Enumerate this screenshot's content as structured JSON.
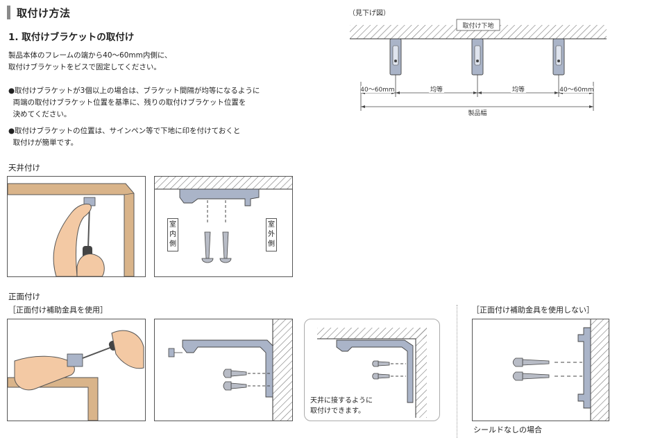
{
  "header": {
    "title": "取付け方法",
    "subtitle": "1. 取付けブラケットの取付け"
  },
  "instructions": {
    "intro": "製品本体のフレームの端から40～60mm内側に、\n取付けブラケットをビスで固定してください。",
    "bullet1": "●取付けブラケットが3個以上の場合は、ブラケット間隔が均等になるように\n  両端の取付けブラケット位置を基準に、残りの取付けブラケット位置を\n  決めてください。",
    "bullet2": "●取付けブラケットの位置は、サインペン等で下地に印を付けておくと\n  取付けが簡単です。"
  },
  "top_diagram": {
    "view_label": "（見下げ図）",
    "base_label": "取付け下地",
    "dim_left": "40～60mm",
    "dim_mid1": "均等",
    "dim_mid2": "均等",
    "dim_right": "40～60mm",
    "dim_total": "製品幅"
  },
  "ceiling": {
    "heading": "天井付け",
    "indoor_label": "室\n内\n側",
    "outdoor_label": "室\n外\n側"
  },
  "front": {
    "heading": "正面付け",
    "with_bracket": "［正面付け補助金具を使用］",
    "without_bracket": "［正面付け補助金具を使用しない］",
    "ceiling_note": "天井に接するように\n取付けできます。",
    "no_shield_caption": "シールドなしの場合"
  },
  "colors": {
    "wood": "#d9b48a",
    "bracket": "#aab4c8",
    "hatch": "#777777",
    "skin": "#f3c9a4"
  }
}
